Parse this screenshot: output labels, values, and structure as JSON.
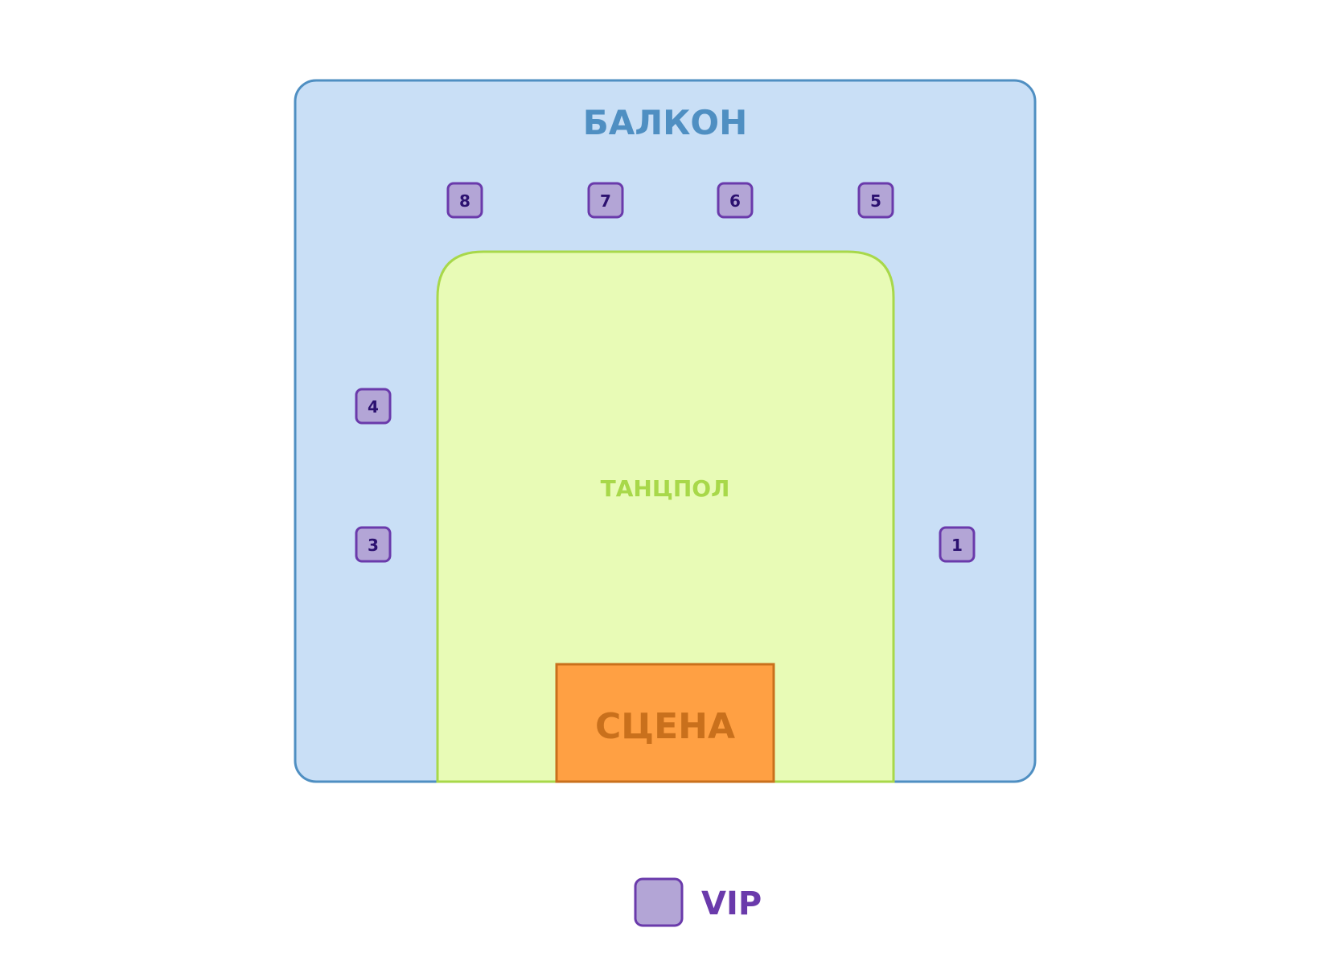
{
  "zones": {
    "balcony": {
      "label": "БАЛКОН",
      "fill": "#c9dff6",
      "stroke": "#4f8fc2",
      "text_color": "#4f8fc2"
    },
    "dancefloor": {
      "label": "ТАНЦПОЛ",
      "fill": "#e8fbb6",
      "stroke": "#a8d84a",
      "text_color": "#a8d84a"
    },
    "stage": {
      "label": "СЦЕНА",
      "fill": "#ffa043",
      "stroke": "#c9701c",
      "text_color": "#c9701c"
    }
  },
  "vip_boxes": [
    {
      "number": "8"
    },
    {
      "number": "7"
    },
    {
      "number": "6"
    },
    {
      "number": "5"
    },
    {
      "number": "4"
    },
    {
      "number": "3"
    },
    {
      "number": "1"
    }
  ],
  "vip_style": {
    "fill": "#b3a5d6",
    "stroke": "#6a3aab"
  },
  "legend": {
    "label": "VIP",
    "text_color": "#6a3aab"
  }
}
